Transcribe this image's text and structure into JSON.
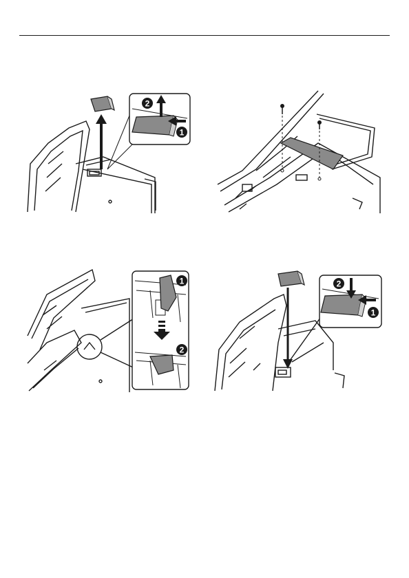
{
  "figures": [
    {
      "name": "figure-remove-cover",
      "steps": [
        "1",
        "2"
      ]
    },
    {
      "name": "figure-remove-screws"
    },
    {
      "name": "figure-insert-tab",
      "steps": [
        "1",
        "2"
      ]
    },
    {
      "name": "figure-attach-cover",
      "steps": [
        "1",
        "2"
      ]
    }
  ],
  "colors": {
    "line": "#1a1a1a",
    "cover_fill": "#8a8a8a",
    "panel_fill": "#ffffff"
  }
}
